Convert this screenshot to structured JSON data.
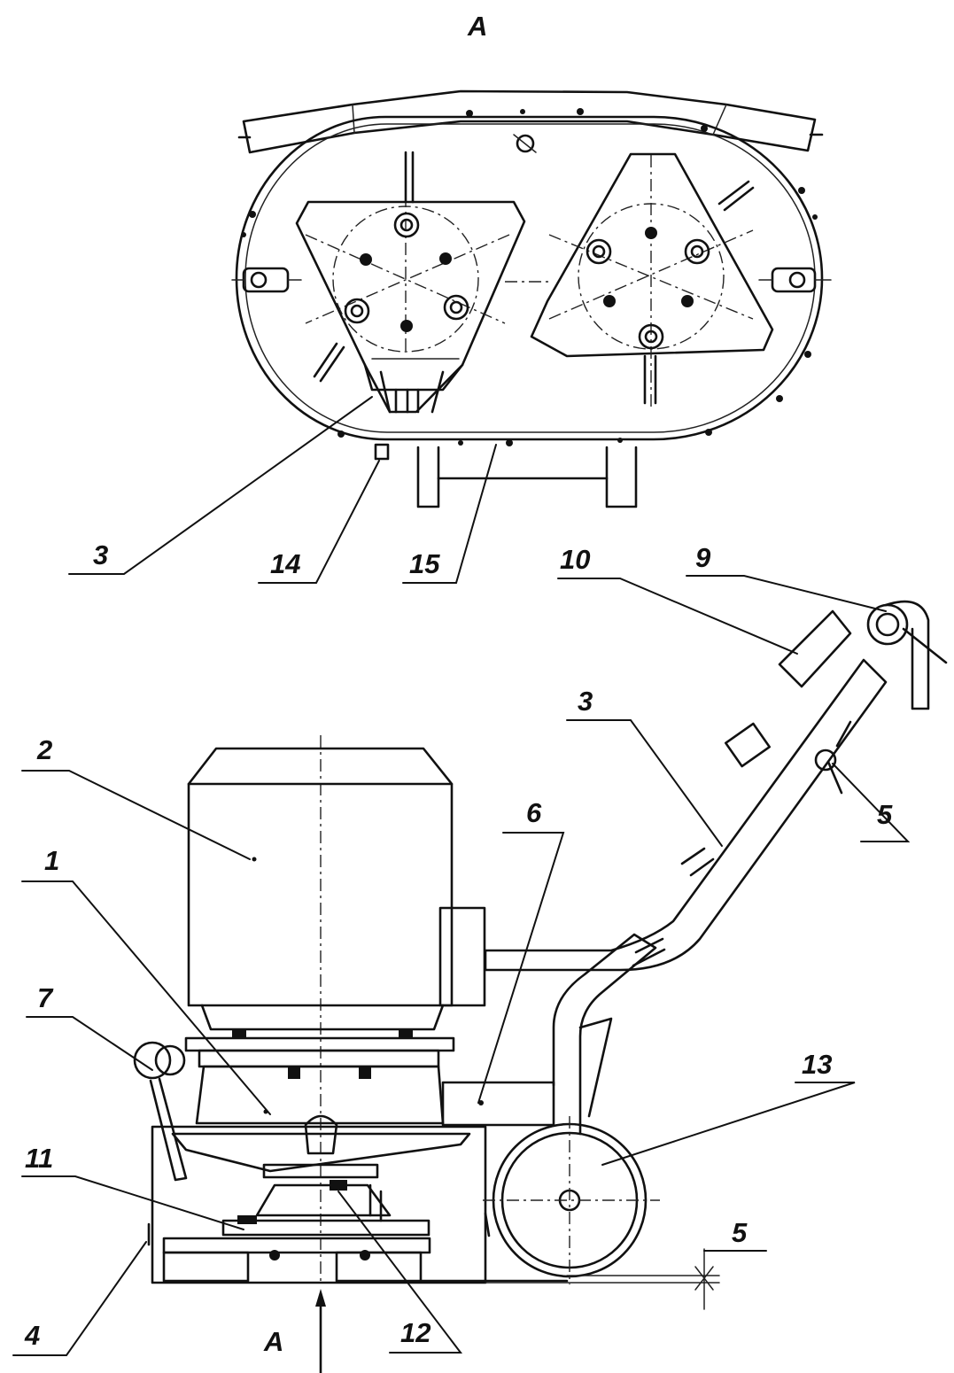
{
  "view": {
    "section_title": "A",
    "view_arrow_label": "A"
  },
  "callouts": {
    "c1": "1",
    "c2": "2",
    "c3_top": "3",
    "c3_side": "3",
    "c4": "4",
    "c5_handle": "5",
    "c5_gap": "5",
    "c6": "6",
    "c7": "7",
    "c9": "9",
    "c10": "10",
    "c11": "11",
    "c12": "12",
    "c13": "13",
    "c14": "14",
    "c15": "15"
  }
}
